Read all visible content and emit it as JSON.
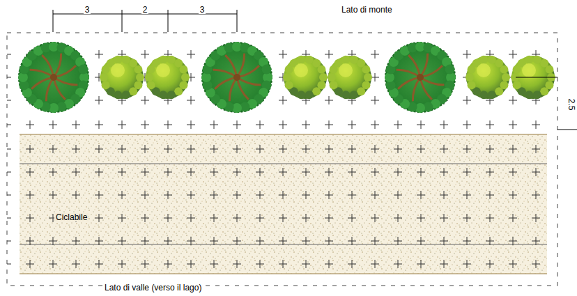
{
  "diagram": {
    "labels": [
      "3",
      "2",
      "3",
      "Lato di monte",
      "Ciclabile",
      "Lato di valle (verso il lago)",
      "2.5"
    ]
  }
}
